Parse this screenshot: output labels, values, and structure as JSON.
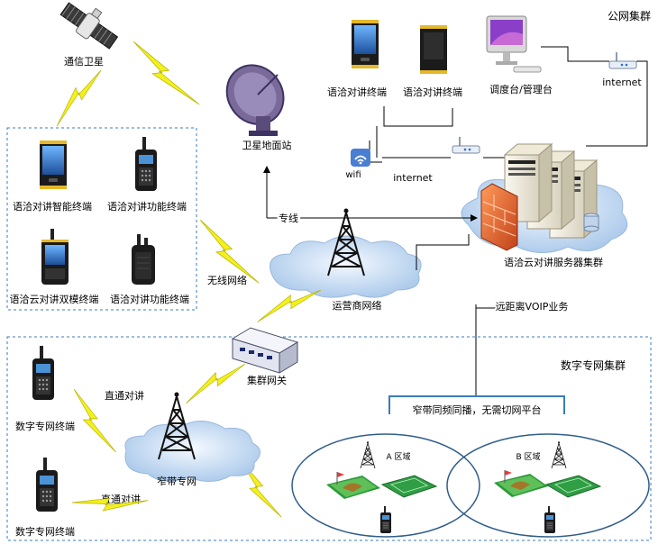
{
  "labels": {
    "public_cluster": "公网集群",
    "digital_cluster": "数字专网集群",
    "satellite": "通信卫星",
    "ground_station": "卫星地面站",
    "terminal_a": "语洽对讲终端",
    "terminal_b": "语洽对讲终端",
    "console": "调度台/管理台",
    "internet_top": "internet",
    "wifi": "wifi",
    "internet_mid": "internet",
    "smart_terminal": "语洽对讲智能终端",
    "func_terminal_1": "语洽对讲功能终端",
    "dual_terminal": "语洽云对讲双模终端",
    "func_terminal_2": "语洽对讲功能终端",
    "dedicated_line": "专线",
    "wireless_net": "无线网络",
    "operator_net": "运营商网络",
    "server_cluster": "语洽云对讲服务器集群",
    "voip": "远距离VOIP业务",
    "gateway": "集群网关",
    "direct_talk_1": "直通对讲",
    "direct_talk_2": "直通对讲",
    "digital_terminal_1": "数字专网终端",
    "digital_terminal_2": "数字专网终端",
    "narrowband": "窄带专网",
    "simulcast": "窄带同频同播，无需切网平台",
    "zone_a": "A 区域",
    "zone_b": "B 区域"
  },
  "colors": {
    "lightning": "#f2ee1a",
    "border_blue": "#3b7bbf",
    "zone_ellipse": "#2f5d8a",
    "cloud": "#c7dcf2"
  }
}
